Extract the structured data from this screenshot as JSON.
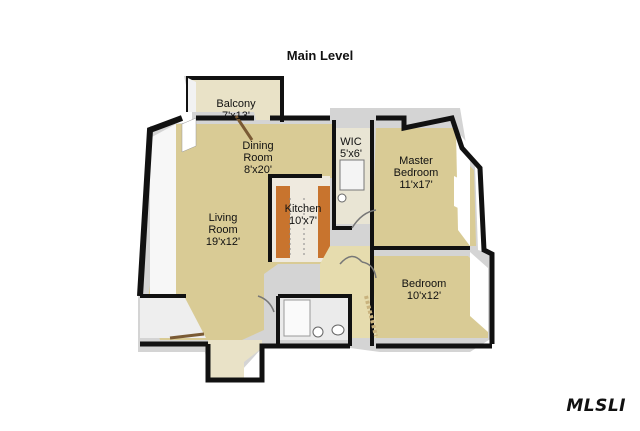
{
  "title": "Main Level",
  "rooms": [
    {
      "id": "balcony",
      "name": "Balcony",
      "dims": "7'x13'"
    },
    {
      "id": "dining",
      "name": "Dining\nRoom",
      "dims": "8'x20'"
    },
    {
      "id": "wic",
      "name": "WIC",
      "dims": "5'x6'"
    },
    {
      "id": "master",
      "name": "Master\nBedroom",
      "dims": "11'x17'"
    },
    {
      "id": "kitchen",
      "name": "Kitchen",
      "dims": "10'x7'"
    },
    {
      "id": "living",
      "name": "Living\nRoom",
      "dims": "19'x12'"
    },
    {
      "id": "bedroom",
      "name": "Bedroom",
      "dims": "10'x12'"
    }
  ],
  "watermark": "MLSLI",
  "colors": {
    "floor": "#d9cb95",
    "wall_top": "#111111",
    "wall_face": "#ffffff",
    "kitchen_cabinet": "#c8742e",
    "bath_floor": "#e8e8e8"
  }
}
